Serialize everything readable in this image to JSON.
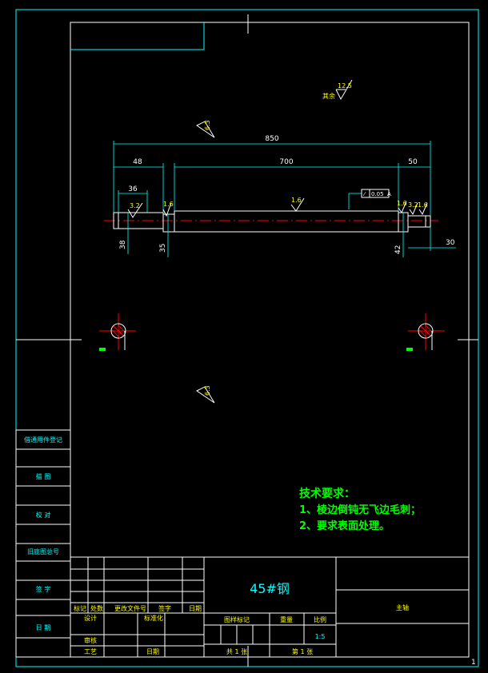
{
  "dimensions": {
    "overall": "850",
    "left_section": "48",
    "middle_section": "700",
    "right_section": "50",
    "left_keyway": "36",
    "dia_left": "38",
    "dia_left_shoulder": "35",
    "dia_right_shoulder": "42",
    "right_end": "30"
  },
  "roughness": {
    "general": "12.5",
    "general_label": "其余",
    "mark_6_3_top": "6.3",
    "mark_6_3_bottom": "6.3",
    "mark_keyway": "3.2",
    "mark_shoulder_left": "1.6",
    "mark_middle": "1.6",
    "mark_right_a": "1.6",
    "mark_right_b": "3.2",
    "mark_right_c": "1.6"
  },
  "tolerance": {
    "symbol": "⁄",
    "value": "0.05",
    "datum": "A"
  },
  "technical_requirements": {
    "title": "技术要求：",
    "line1": "1、棱边倒钝无飞边毛刺；",
    "line2": "2、要求表面处理。"
  },
  "side_table": {
    "row1": "借通用件登记",
    "row2": "描  图",
    "row3": "校  对",
    "row4": "旧底图总号",
    "row5": "签  字",
    "row6": "日  期"
  },
  "title_block": {
    "material": "45#钢",
    "part_name": "主轴",
    "col_mark": "标记",
    "col_count": "处数",
    "col_file": "更改文件号",
    "col_sign": "签字",
    "col_date": "日期",
    "design": "设计",
    "standardization": "标准化",
    "review": "审核",
    "process": "工艺",
    "date": "日期",
    "stage_mark": "图样标记",
    "weight": "重量",
    "scale": "比例",
    "scale_value": "1:5",
    "total_sheets": "共  1  张",
    "sheet_no": "第  1  张"
  },
  "page_number": "1"
}
